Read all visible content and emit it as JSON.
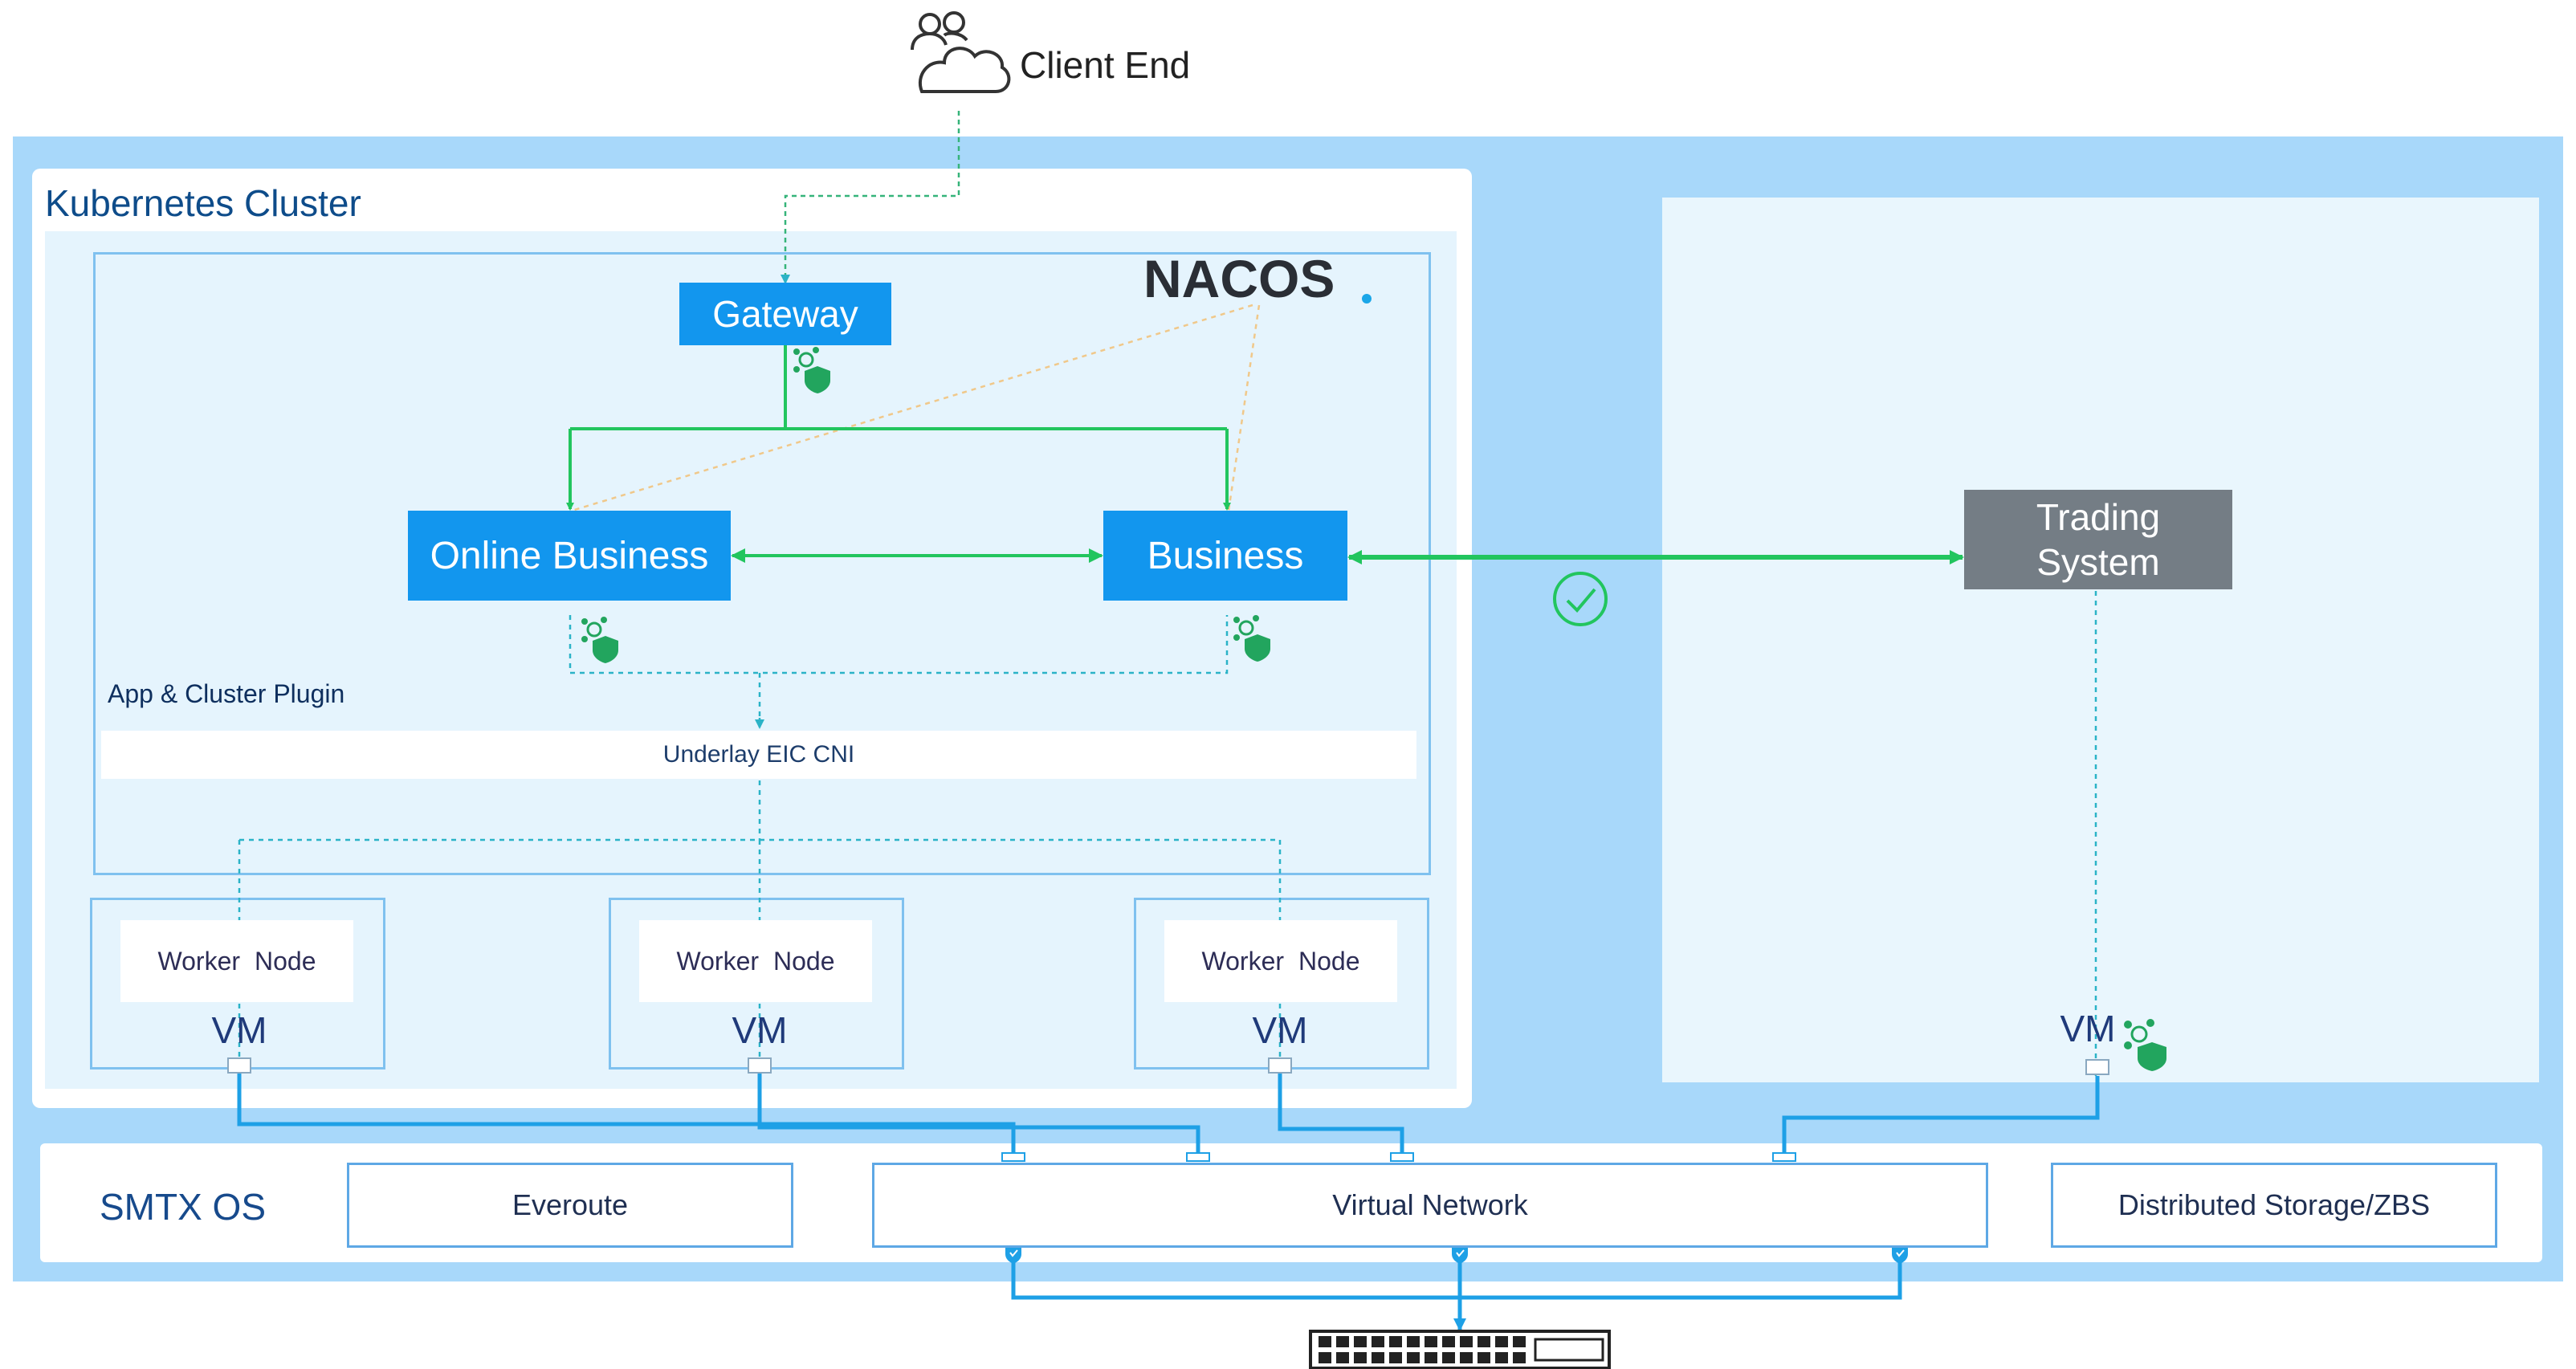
{
  "client": {
    "label": "Client End"
  },
  "cluster": {
    "title": "Kubernetes Cluster",
    "nacos_logo": "NACOS",
    "gateway": "Gateway",
    "online_business": "Online Business",
    "business": "Business",
    "plugin_label": "App & Cluster Plugin",
    "cni_label": "Underlay EIC CNI",
    "worker_nodes": [
      {
        "word1": "Worker",
        "word2": "Node",
        "vm": "VM"
      },
      {
        "word1": "Worker",
        "word2": "Node",
        "vm": "VM"
      },
      {
        "word1": "Worker",
        "word2": "Node",
        "vm": "VM"
      }
    ]
  },
  "trading": {
    "line1": "Trading",
    "line2": "System",
    "vm": "VM"
  },
  "smtx": {
    "label": "SMTX OS",
    "everoute": "Everoute",
    "virtual_network": "Virtual Network",
    "distributed_storage": "Distributed Storage/ZBS"
  },
  "colors": {
    "service_blue": "#1296ee",
    "link_green": "#22c55e",
    "network_blue": "#1ea0e6",
    "trading_gray": "#747d85",
    "cluster_bg": "#a8d8fa"
  },
  "icons": [
    "users-cloud-icon",
    "microservice-shield-icon",
    "check-circle-icon",
    "network-port-icon",
    "network-switch-icon"
  ]
}
